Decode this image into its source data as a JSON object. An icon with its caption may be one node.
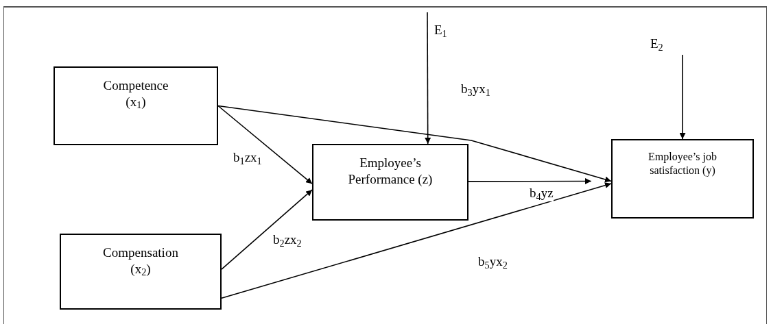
{
  "diagram": {
    "nodes": [
      {
        "text": [
          "Competence (x$_{1}$)"
        ]
      },
      {
        "text": [
          "Compensation (x$_{2}$)"
        ]
      },
      {
        "text": [
          "Employee’s Performance (z)"
        ]
      },
      {
        "text": [
          "Employee’s job satisfaction (y)"
        ]
      }
    ],
    "edges": [
      {
        "from": 0,
        "to": 2,
        "arrow": "to",
        "label": "b$_{1}$zx$_{1}$"
      },
      {
        "from": 1,
        "to": 2,
        "arrow": "to",
        "label": "b$_{2}$zx$_{2}$"
      },
      {
        "from": 0,
        "to": 3,
        "arrow": "to",
        "label": "b$_{3}$yx$_{1}$"
      },
      {
        "from": 2,
        "to": 3,
        "arrow": "to",
        "label": "b$_{4}$yz"
      },
      {
        "from": 1,
        "to": 3,
        "arrow": "to",
        "label": "b$_{5}$yx$_{2}$"
      },
      {
        "from": null,
        "to": 2,
        "arrow": "to"
      },
      {
        "from": null,
        "to": 3,
        "arrow": "to"
      }
    ],
    "labels": [
      "E$_{1}$",
      "E$_{2}$"
    ]
  }
}
